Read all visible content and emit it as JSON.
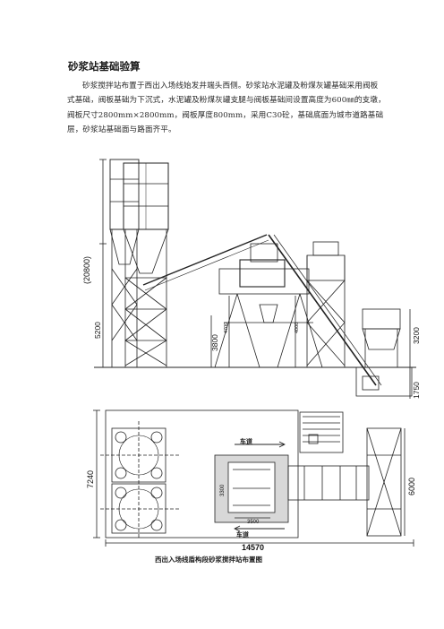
{
  "doc": {
    "heading": "砂浆站基础验算",
    "paragraph": "砂浆搅拌站布置于西出入场线始发井端头西侧。砂浆站水泥罐及粉煤灰罐基础采用阀板式基础，阀板基础为下沉式，水泥罐及粉煤灰罐支腿与阀板基础间设置高度为600㎜的支墩，阀板尺寸2800mm×2800mm，阀板厚度800mm，采用C30砼，基础底面为城市道路基础层，砂浆站基础面与路面齐平。",
    "figure_caption": "西出入场线盾构段砂浆搅拌站布置图"
  },
  "elevation": {
    "dim_total_height": "(20800)",
    "dim_tank_leg": "5200",
    "dim_mixer_leg": "3800",
    "dim_mixer_small": "4700",
    "dim_center": "4000",
    "dim_hopper": "3200",
    "dim_pit": "1750"
  },
  "plan": {
    "road_top": "车道",
    "road_bottom": "车道",
    "dim_width": "7240",
    "dim_inner": "3300",
    "dim_bin": "3500",
    "dim_right": "6000",
    "dim_length": "14570"
  }
}
